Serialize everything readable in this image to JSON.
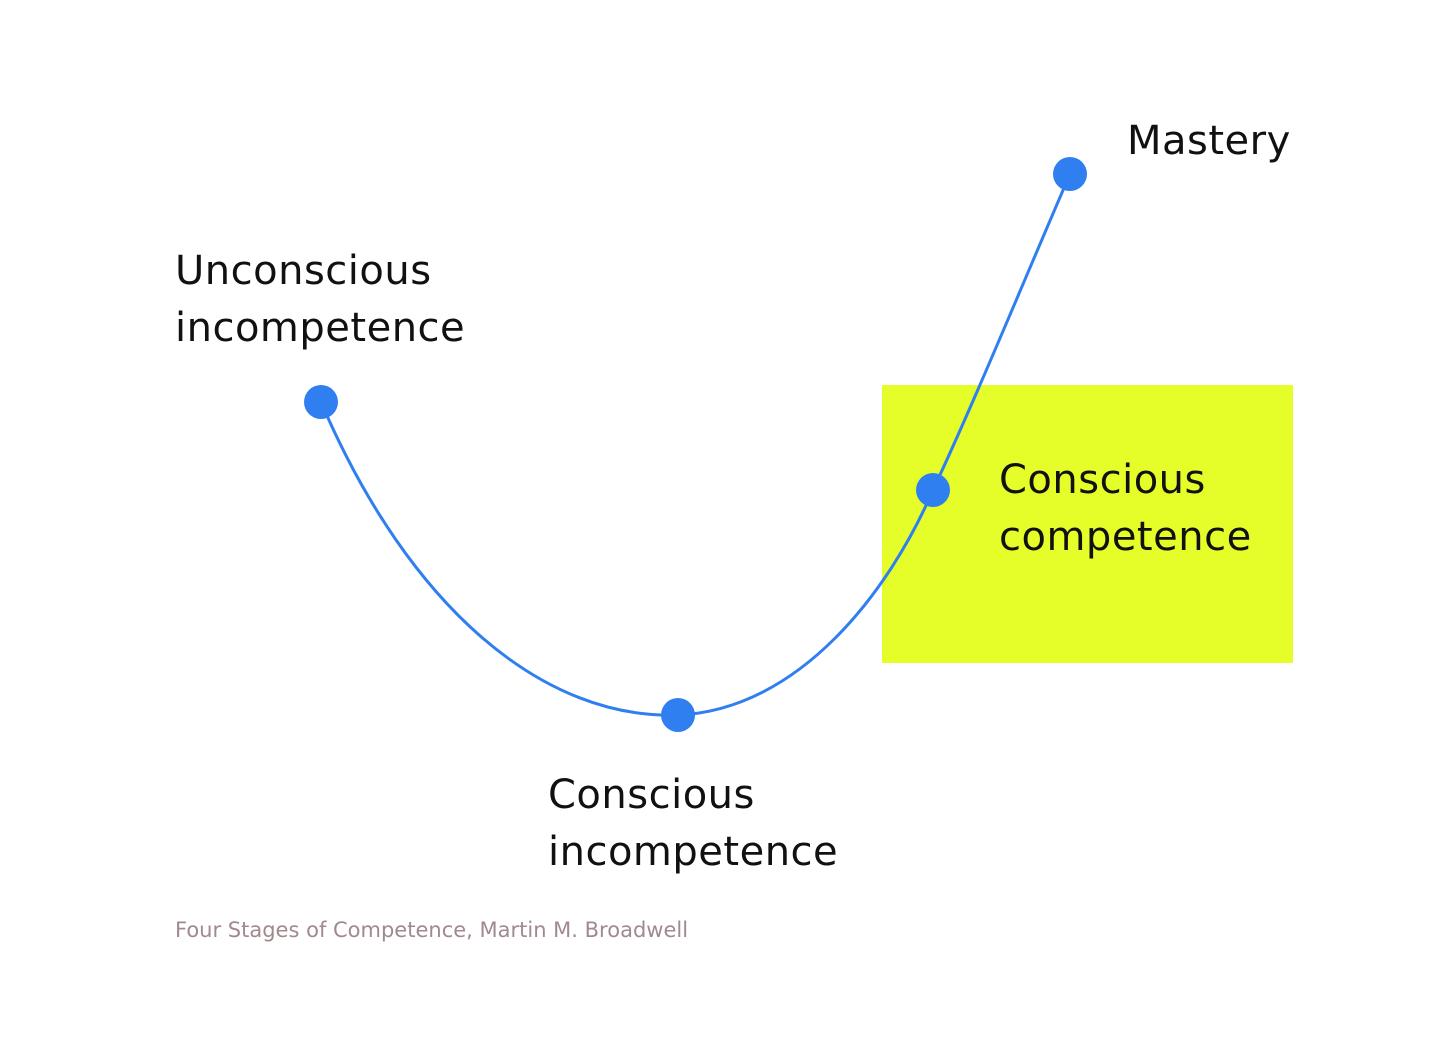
{
  "colors": {
    "background": "#ffffff",
    "curve": "#2f7ff0",
    "dot": "#2f7ff0",
    "highlight": "#e5fd29",
    "label_text": "#111111",
    "caption_text": "#a08a8d"
  },
  "stages": [
    {
      "key": "unconscious-incompetence",
      "lines": [
        "Unconscious",
        "incompetence"
      ]
    },
    {
      "key": "conscious-incompetence",
      "lines": [
        "Conscious",
        "incompetence"
      ]
    },
    {
      "key": "conscious-competence",
      "lines": [
        "Conscious",
        "competence"
      ],
      "highlighted": true
    },
    {
      "key": "mastery",
      "lines": [
        "Mastery"
      ]
    }
  ],
  "caption": "Four Stages of Competence, Martin M. Broadwell"
}
